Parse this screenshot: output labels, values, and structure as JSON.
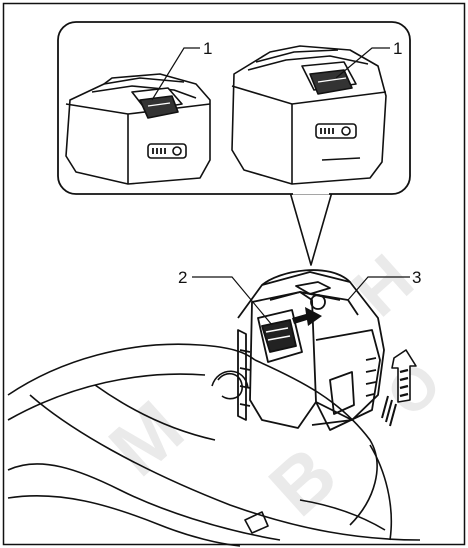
{
  "callouts": {
    "inset_left": "1",
    "inset_right": "1",
    "main_left": "2",
    "main_right": "3"
  },
  "colors": {
    "line": "#111111",
    "watermark": "#d9d9d9",
    "background": "#ffffff"
  },
  "icons": {
    "insert_arrow": "black-right-arrow-icon",
    "lift_arrow": "hatched-up-arrow-icon"
  }
}
